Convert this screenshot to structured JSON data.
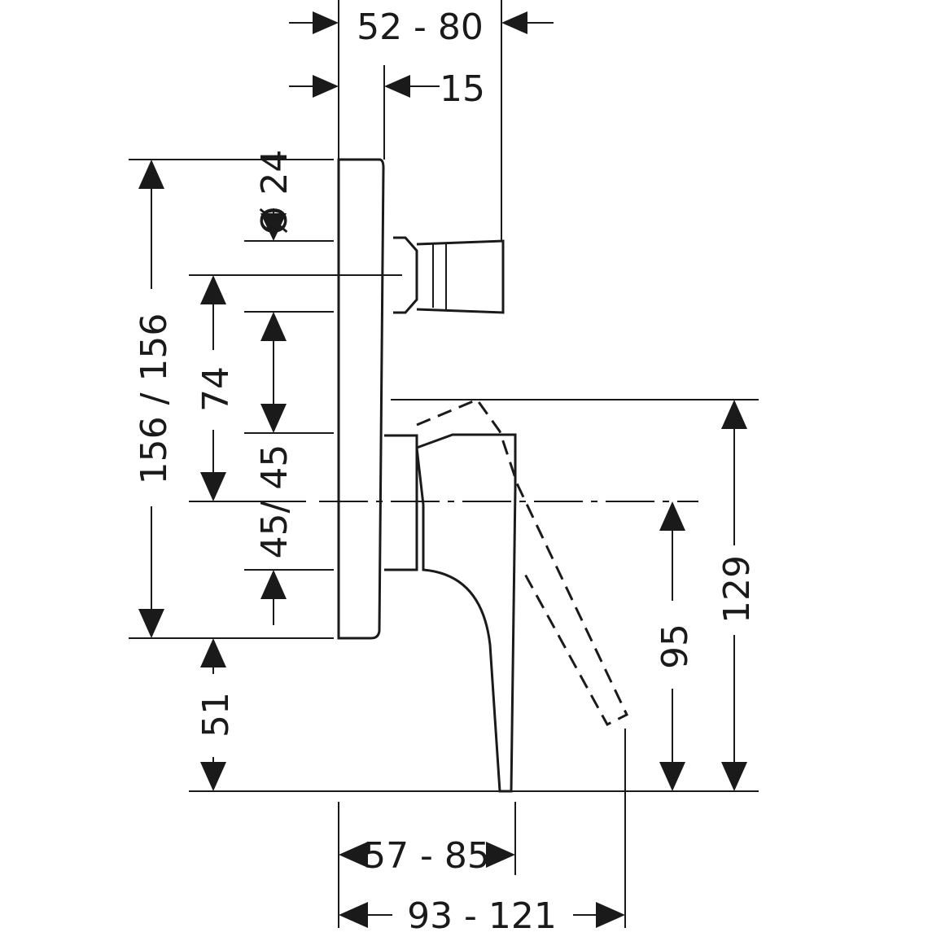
{
  "dimensions": {
    "top_width": "52 - 80",
    "top_offset": "15",
    "diameter": "Ø 24",
    "plate_height": "156 / 156",
    "upper_center": "74",
    "cartridge": "45/ 45",
    "below_plate": "51",
    "lever_reach": "95",
    "total_height": "129",
    "lever_depth": "57 - 85",
    "total_depth": "93 - 121"
  }
}
